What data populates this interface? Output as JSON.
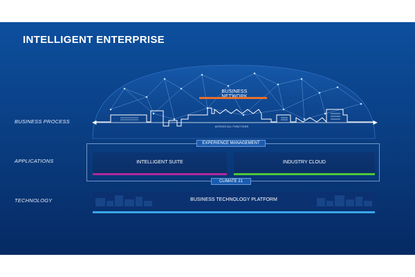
{
  "title": "INTELLIGENT ENTERPRISE",
  "rows": {
    "business_process": "BUSINESS PROCESS",
    "applications": "APPLICATIONS",
    "technology": "TECHNOLOGY"
  },
  "business_network": {
    "label": "BUSINESS NETWORK",
    "accent_color": "#e8702a"
  },
  "skyline": {
    "caption": "ACROSS ALL FUNCTIONS"
  },
  "applications": {
    "experience_management": "EXPERIENCE MANAGEMENT",
    "intelligent_suite": {
      "label": "INTELLIGENT SUITE",
      "accent_color": "#b0289a"
    },
    "industry_cloud": {
      "label": "INDUSTRY CLOUD",
      "accent_color": "#4fc63c"
    },
    "climate": "CLIMATE 21"
  },
  "technology": {
    "platform": "BUSINESS TECHNOLOGY PLATFORM",
    "accent_color": "#3aa6e8"
  }
}
